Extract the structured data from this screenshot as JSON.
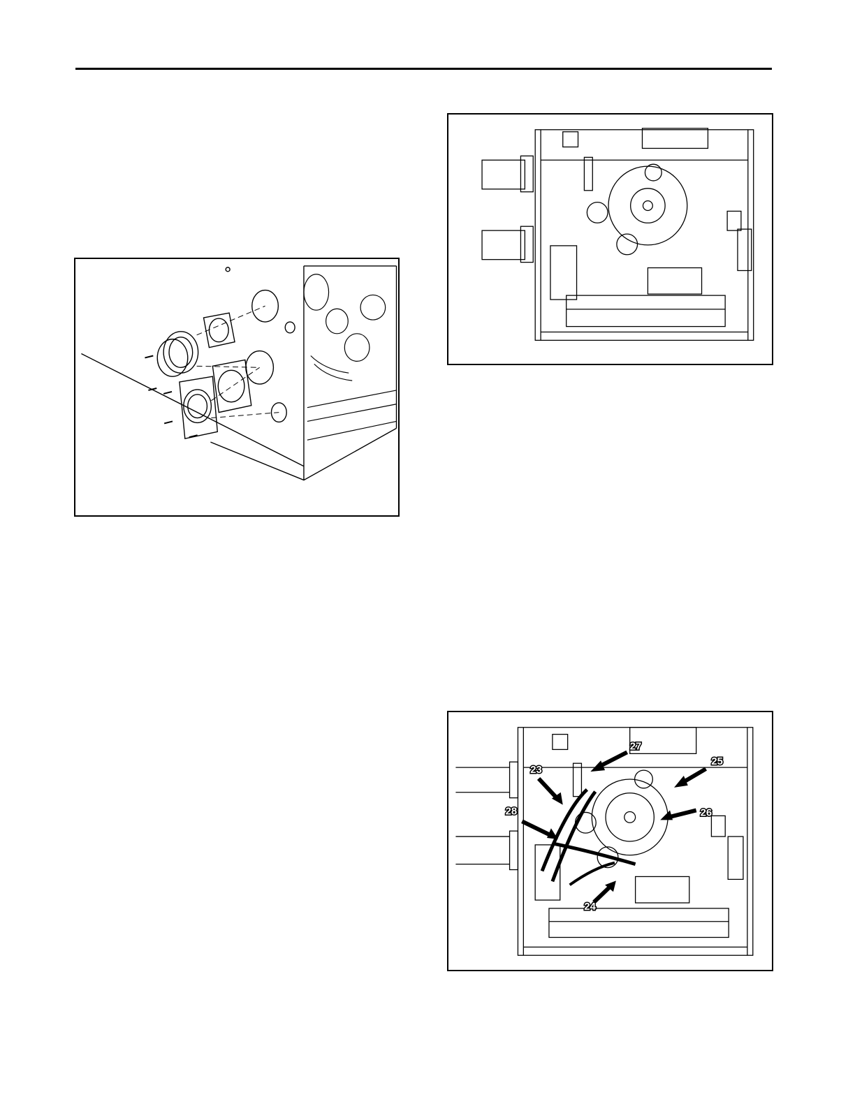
{
  "callouts": [
    {
      "label": "23"
    },
    {
      "label": "24"
    },
    {
      "label": "25"
    },
    {
      "label": "26"
    },
    {
      "label": "27"
    },
    {
      "label": "28"
    }
  ]
}
